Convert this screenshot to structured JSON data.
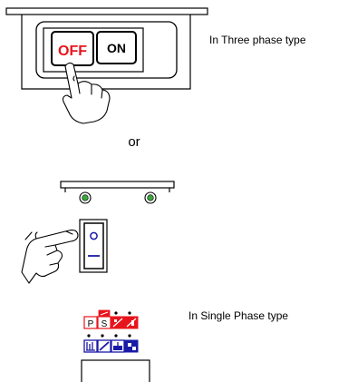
{
  "three_phase": {
    "off_label": "OFF",
    "on_label": "ON",
    "caption": "In Three phase type"
  },
  "separator": {
    "text": "or"
  },
  "single_phase": {
    "caption": "In Single Phase type",
    "key_top_left": "P",
    "key_top_mid": "S"
  },
  "colors": {
    "off_red": "#e8141c",
    "key_red": "#e8141c",
    "key_blue": "#1a1aa6",
    "lamp_green": "#3aa83a",
    "line": "#000000"
  }
}
